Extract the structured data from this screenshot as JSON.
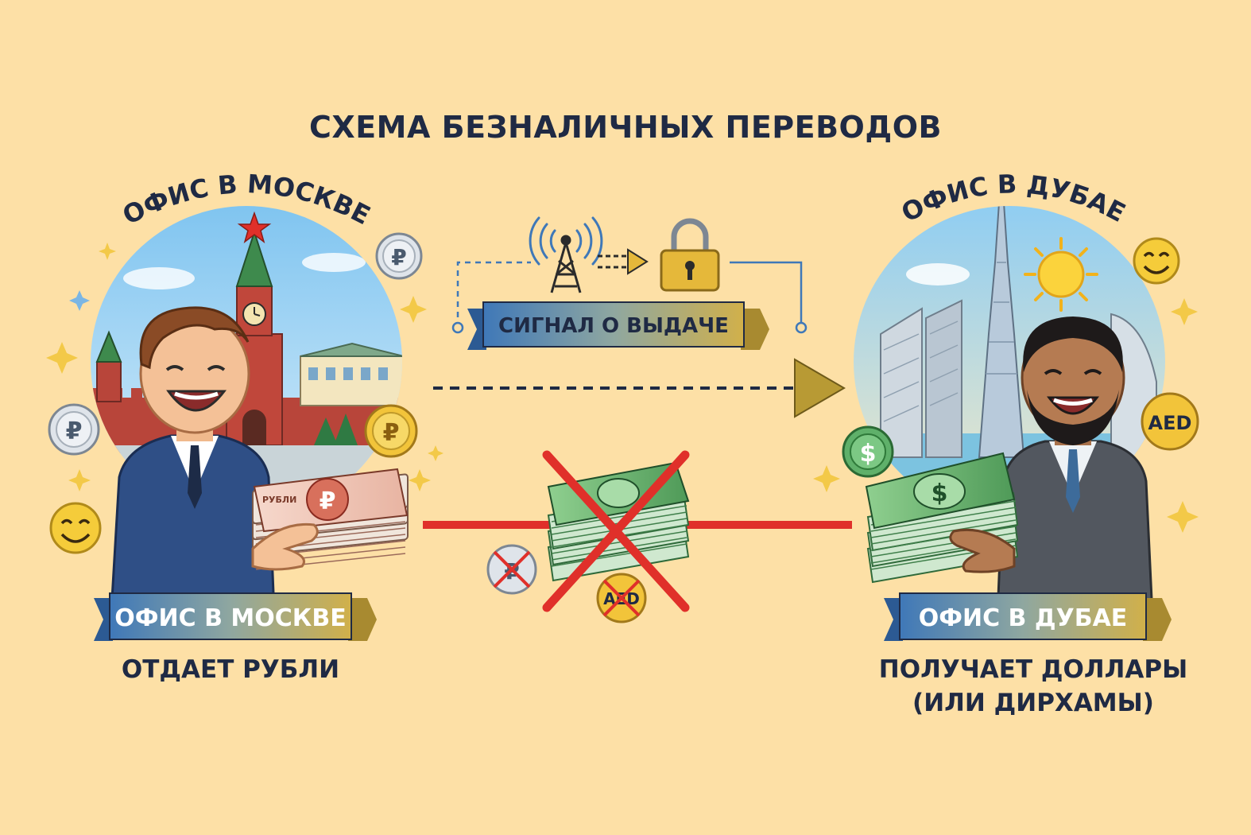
{
  "title": "СХЕМА БЕЗНАЛИЧНЫХ ПЕРЕВОДОВ",
  "left": {
    "arc_label": "ОФИС В МОСКВЕ",
    "ribbon_label": "ОФИС В МОСКВЕ",
    "caption": "ОТДАЕТ РУБЛИ",
    "banknote_text": "РУБЛИ",
    "currency_symbol": "₽"
  },
  "right": {
    "arc_label": "ОФИС В ДУБАЕ",
    "ribbon_label": "ОФИС В ДУБАЕ",
    "caption_line1": "ПОЛУЧАЕТ ДОЛЛАРЫ",
    "caption_line2": "(ИЛИ ДИРХАМЫ)",
    "coin_aed": "AED",
    "currency_symbol": "$"
  },
  "signal": {
    "label": "СИГНАЛ О ВЫДАЧЕ"
  },
  "crossed": {
    "coin_rub": "₽",
    "coin_aed": "AED"
  },
  "colors": {
    "background": "#fde0a6",
    "text": "#1f2a44",
    "ribbon_blue": "#3f78b8",
    "ribbon_gold": "#d1b04a",
    "cross_red": "#e0302a",
    "money_green": "#5aa667"
  }
}
